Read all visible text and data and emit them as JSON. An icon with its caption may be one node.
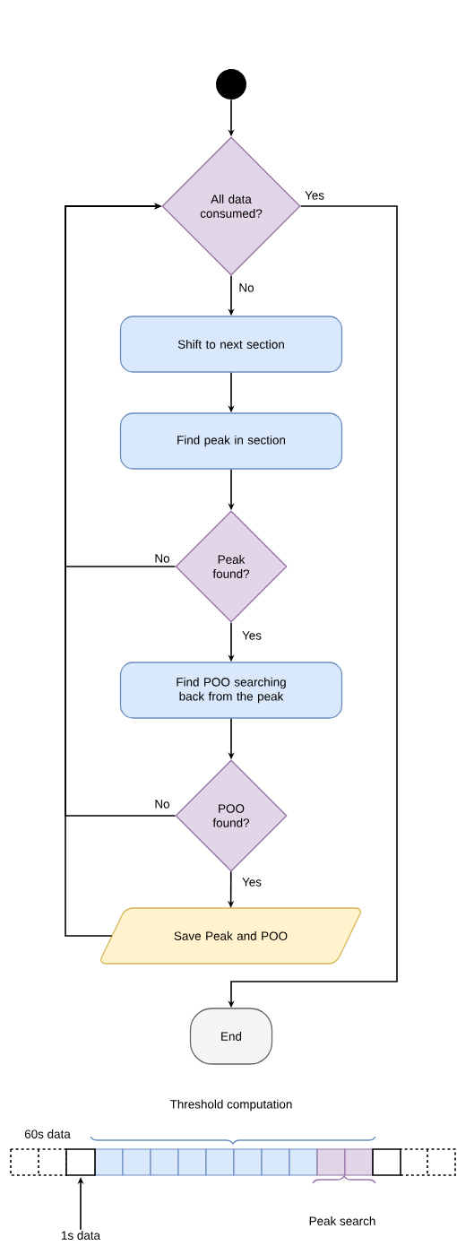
{
  "diagram": {
    "nodes": [
      {
        "text": [],
        "shape": "circle"
      },
      {
        "text": [
          "All data consumed?"
        ]
      },
      {
        "text": [
          "Shift to next section"
        ]
      },
      {
        "text": [
          "Find peak in section"
        ]
      },
      {
        "text": [
          "Peak found?"
        ]
      },
      {
        "text": [
          "Find POO searching back from the peak"
        ]
      },
      {
        "text": [
          "POO found?"
        ]
      },
      {
        "text": [
          "Save Peak and POO"
        ]
      },
      {
        "text": [
          "End"
        ]
      },
      {
        "text": [
          "1s data"
        ]
      }
    ],
    "edges": [
      {
        "from": 0,
        "to": 1,
        "arrow": "to"
      },
      {
        "from": 1,
        "to": 2,
        "arrow": "to",
        "label": "No"
      },
      {
        "from": 2,
        "to": 3,
        "arrow": "to"
      },
      {
        "from": 3,
        "to": 4,
        "arrow": "to"
      },
      {
        "from": 4,
        "to": 5,
        "arrow": "to",
        "label": "Yes"
      },
      {
        "from": 5,
        "to": 6,
        "arrow": "to"
      },
      {
        "from": 6,
        "to": 7,
        "arrow": "to",
        "label": "Yes"
      },
      {
        "from": 4,
        "to": 1,
        "arrow": "to",
        "label": "No"
      },
      {
        "from": 6,
        "to": 1,
        "arrow": "to",
        "label": "No"
      },
      {
        "from": 7,
        "to": 1,
        "arrow": "to"
      },
      {
        "from": 1,
        "to": 8,
        "arrow": "to",
        "label": "Yes"
      },
      {
        "from": 9,
        "to": null,
        "arrow": "to"
      }
    ],
    "labels": [
      "Threshold computation",
      "60s data",
      "Peak search"
    ]
  }
}
